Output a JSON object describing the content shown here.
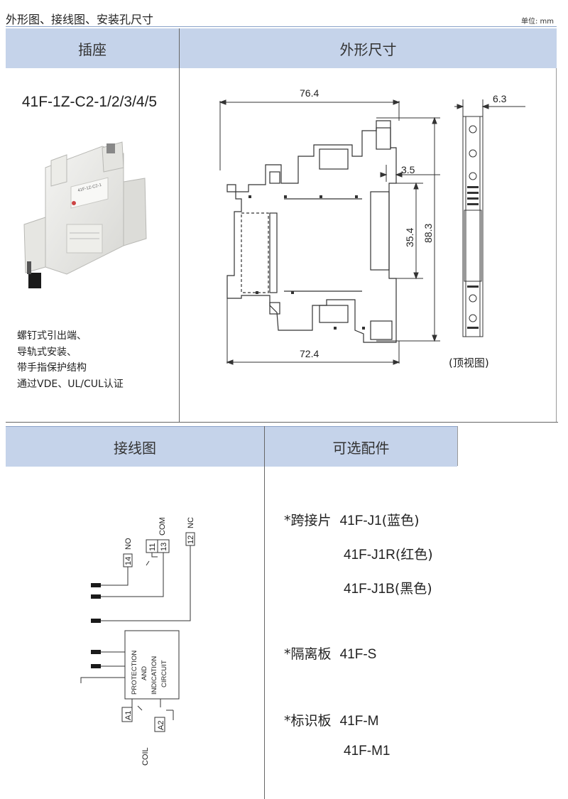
{
  "header": {
    "title": "外形图、接线图、安装孔尺寸",
    "unit": "单位: mm"
  },
  "panel1": {
    "socket_header": "插座",
    "dims_header": "外形尺寸",
    "model": "41F-1Z-C2-1/2/3/4/5",
    "features": [
      "螺钉式引出端、",
      "导轨式安装、",
      "带手指保护结构",
      "通过VDE、UL/CUL认证"
    ],
    "dimensions": {
      "width_top": "76.4",
      "width_bottom": "72.4",
      "height_total": "88.3",
      "height_rail": "35.4",
      "offset": "3.5",
      "thickness": "6.3"
    },
    "top_view_caption": "(顶视图)",
    "photo_label": "41F-1Z-C2-1"
  },
  "panel2": {
    "wiring_header": "接线图",
    "accessories_header": "可选配件",
    "terminals": {
      "t14": "14",
      "no": "NO",
      "t11": "11",
      "t13": "13",
      "com": "COM",
      "t12": "12",
      "nc": "NC",
      "a1": "A1",
      "a2": "A2",
      "coil": "COIL",
      "circuit_line1": "PROTECTION",
      "circuit_line2": "AND",
      "circuit_line3": "INDICATION",
      "circuit_line4": "CIRCUIT"
    },
    "accessories": [
      {
        "prefix": "*跨接片",
        "code": "41F-J1",
        "note": "(蓝色)"
      },
      {
        "prefix": "",
        "code": "41F-J1R",
        "note": "(红色)"
      },
      {
        "prefix": "",
        "code": "41F-J1B",
        "note": "(黑色)"
      },
      {
        "prefix": "*隔离板",
        "code": "41F-S",
        "note": ""
      },
      {
        "prefix": "*标识板",
        "code": "41F-M",
        "note": ""
      },
      {
        "prefix": "",
        "code": "41F-M1",
        "note": ""
      }
    ]
  }
}
